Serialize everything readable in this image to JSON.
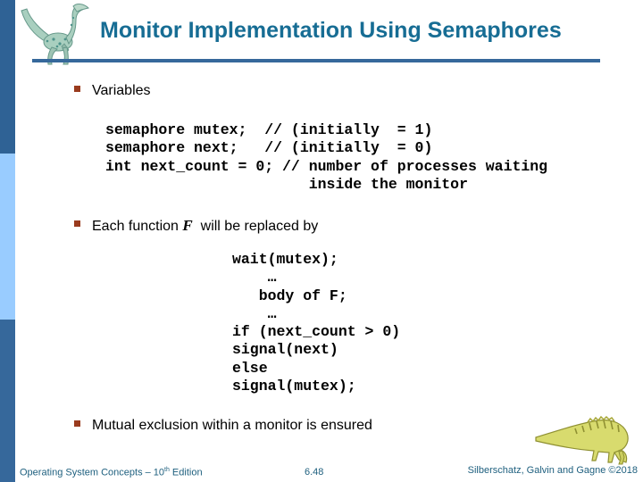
{
  "slide": {
    "title": "Monitor Implementation Using Semaphores",
    "bullet1": {
      "label": "Variables"
    },
    "bullet2": {
      "prefix": "Each function ",
      "emphasis": "F",
      "suffix": "  will be replaced by"
    },
    "bullet3": {
      "label": "Mutual exclusion within a monitor is ensured"
    },
    "code1": {
      "lines": [
        "semaphore mutex;  // (initially  = 1)",
        "semaphore next;   // (initially  = 0)",
        "int next_count = 0; // number of processes waiting",
        "                       inside the monitor"
      ]
    },
    "code2": {
      "lines": [
        "wait(mutex);",
        "    …",
        "   body of F;",
        "    …",
        "if (next_count > 0)",
        "signal(next)",
        "else",
        "signal(mutex);"
      ]
    },
    "footer": {
      "left_prefix": "Operating System Concepts – 10",
      "left_sup": "th",
      "left_suffix": " Edition",
      "page": "6.48",
      "right": "Silberschatz, Galvin and Gagne ©2018"
    },
    "icons": {
      "top_left": "dinosaur-logo",
      "bottom_right": "dinosaur-mascot"
    },
    "colors": {
      "title_text": "#176D94",
      "title_rule": "#36689B",
      "bullet_square": "#9A3B1E",
      "sidebar_top": "#2F6295",
      "sidebar_middle": "#99CCFF",
      "sidebar_bottom": "#36689B",
      "footer_text": "#1F607F",
      "code_text": "#000000"
    }
  }
}
